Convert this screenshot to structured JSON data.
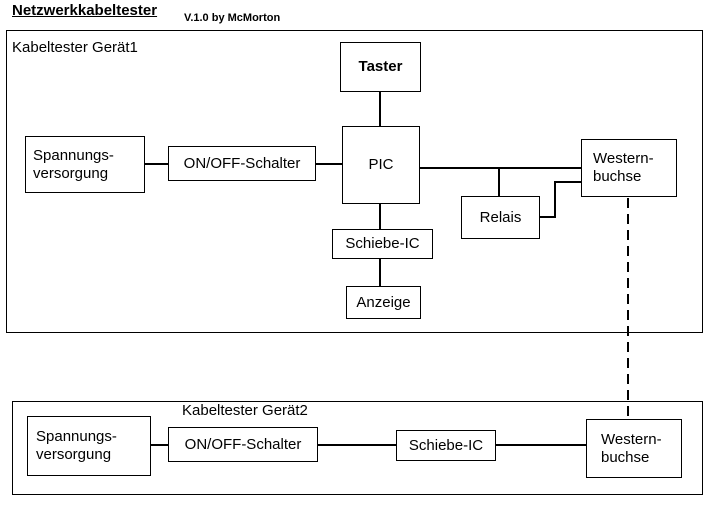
{
  "header": {
    "title": "Netzwerkkabeltester",
    "version": "V.1.0 by McMorton"
  },
  "device1": {
    "title": "Kabeltester Gerät1",
    "taster": "Taster",
    "spannung_line1": "Spannungs-",
    "spannung_line2": "versorgung",
    "onoff": "ON/OFF-Schalter",
    "pic": "PIC",
    "western_line1": "Western-",
    "western_line2": "buchse",
    "relais": "Relais",
    "schiebe": "Schiebe-IC",
    "anzeige": "Anzeige"
  },
  "device2": {
    "title": "Kabeltester Gerät2",
    "spannung_line1": "Spannungs-",
    "spannung_line2": "versorgung",
    "onoff": "ON/OFF-Schalter",
    "schiebe": "Schiebe-IC",
    "western_line1": "Western-",
    "western_line2": "buchse"
  }
}
